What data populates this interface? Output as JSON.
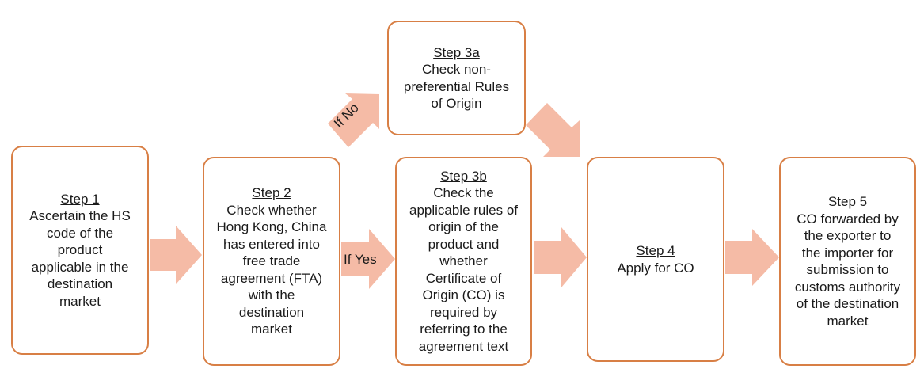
{
  "steps": {
    "step1": {
      "title": "Step 1",
      "lines": [
        "Ascertain the HS",
        "code of the",
        "product",
        "applicable in the",
        "destination",
        "market"
      ]
    },
    "step2": {
      "title": "Step 2",
      "lines": [
        "Check whether",
        "Hong Kong, China",
        "has entered into",
        "free trade",
        "agreement (FTA)",
        "with the",
        "destination",
        "market"
      ]
    },
    "step3a": {
      "title": "Step 3a",
      "lines": [
        "Check non-",
        "preferential Rules",
        "of Origin"
      ]
    },
    "step3b": {
      "title": "Step 3b",
      "lines": [
        "Check the",
        "applicable rules of",
        "origin of the",
        "product and",
        "whether",
        "Certificate of",
        "Origin (CO) is",
        "required by",
        "referring to the",
        "agreement text"
      ]
    },
    "step4": {
      "title": "Step 4",
      "lines": [
        "Apply for CO"
      ]
    },
    "step5": {
      "title": "Step 5",
      "lines": [
        "CO forwarded by",
        "the exporter to",
        "the importer for",
        "submission to",
        "customs authority",
        "of the destination",
        "market"
      ]
    }
  },
  "arrows": {
    "if_no_label": "If No",
    "if_yes_label": "If Yes"
  },
  "colors": {
    "box_border": "#d87f45",
    "arrow_fill": "#f5bba6",
    "text": "#1a1a1a"
  }
}
